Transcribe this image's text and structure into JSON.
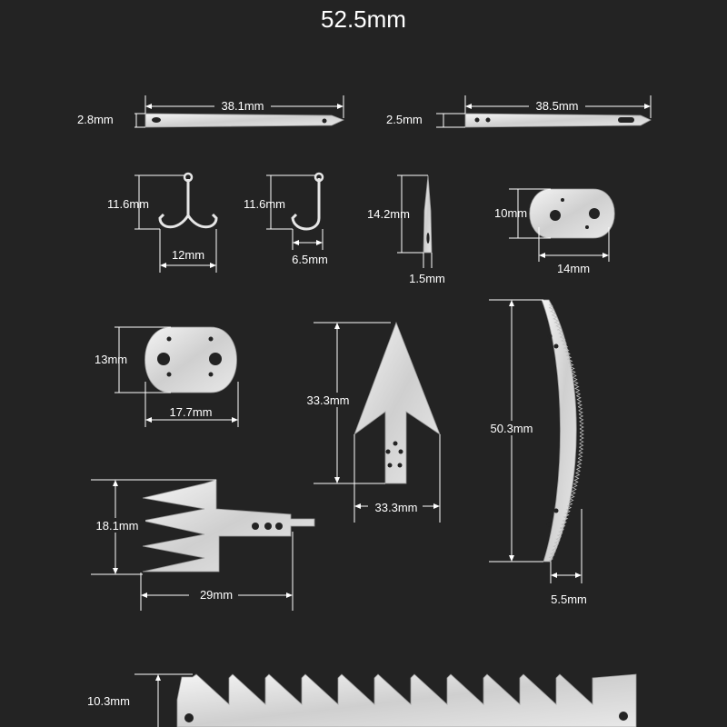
{
  "title": "52.5mm",
  "colors": {
    "background": "#232323",
    "metal": "#d8d8d8",
    "text": "#ffffff"
  },
  "parts": [
    {
      "part": "needle-1",
      "length": "38.1mm",
      "thickness": "2.8mm"
    },
    {
      "part": "needle-2",
      "length": "38.5mm",
      "thickness": "2.5mm"
    },
    {
      "part": "treble-hook",
      "height": "11.6mm",
      "width": "12mm"
    },
    {
      "part": "single-hook",
      "height": "11.6mm",
      "width": "6.5mm"
    },
    {
      "part": "awl-needle",
      "height": "14.2mm",
      "width": "1.5mm"
    },
    {
      "part": "small-washer",
      "height": "10mm",
      "width": "14mm"
    },
    {
      "part": "large-washer",
      "height": "13mm",
      "width": "17.7mm"
    },
    {
      "part": "arrowhead",
      "height": "33.3mm",
      "width": "33.3mm"
    },
    {
      "part": "curved-saw",
      "height": "50.3mm",
      "width": "5.5mm"
    },
    {
      "part": "fish-spear",
      "height": "18.1mm",
      "width": "29mm"
    },
    {
      "part": "saw-blade",
      "height": "10.3mm"
    }
  ]
}
